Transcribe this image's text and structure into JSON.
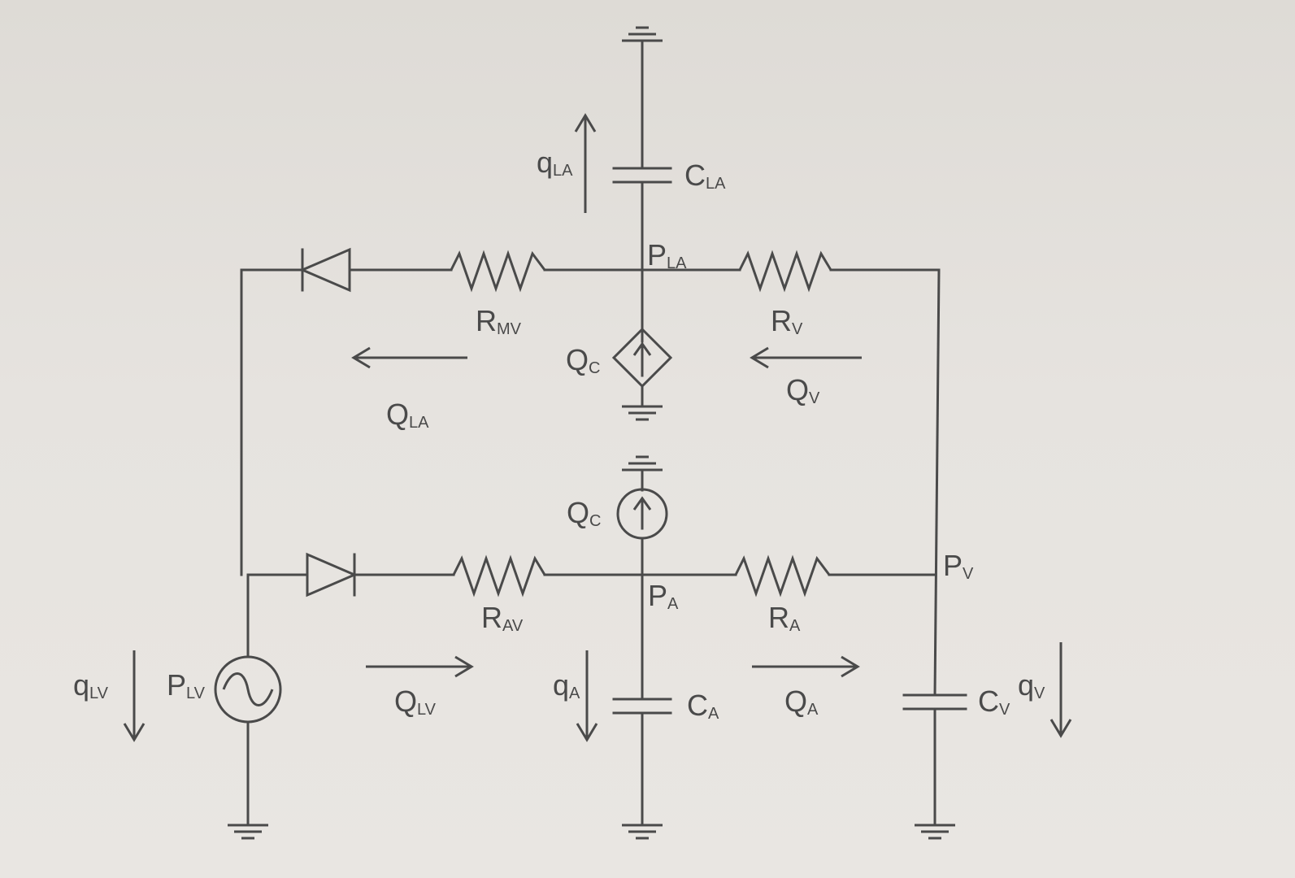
{
  "labels": {
    "q_LA": {
      "main": "q",
      "sub": "LA"
    },
    "C_LA": {
      "main": "C",
      "sub": "LA"
    },
    "P_LA": {
      "main": "P",
      "sub": "LA"
    },
    "R_MV": {
      "main": "R",
      "sub": "MV"
    },
    "R_V": {
      "main": "R",
      "sub": "V"
    },
    "Q_C_top": {
      "main": "Q",
      "sub": "C"
    },
    "Q_LA": {
      "main": "Q",
      "sub": "LA"
    },
    "Q_V": {
      "main": "Q",
      "sub": "V"
    },
    "Q_C_bottom": {
      "main": "Q",
      "sub": "C"
    },
    "P_V": {
      "main": "P",
      "sub": "V"
    },
    "P_A": {
      "main": "P",
      "sub": "A"
    },
    "R_AV": {
      "main": "R",
      "sub": "AV"
    },
    "R_A": {
      "main": "R",
      "sub": "A"
    },
    "q_LV": {
      "main": "q",
      "sub": "LV"
    },
    "P_LV": {
      "main": "P",
      "sub": "LV"
    },
    "Q_LV": {
      "main": "Q",
      "sub": "LV"
    },
    "q_A": {
      "main": "q",
      "sub": "A"
    },
    "C_A": {
      "main": "C",
      "sub": "A"
    },
    "Q_A": {
      "main": "Q",
      "sub": "A"
    },
    "C_V": {
      "main": "C",
      "sub": "V"
    },
    "q_V": {
      "main": "q",
      "sub": "V"
    }
  },
  "colors": {
    "ink": "#4a4a4a",
    "paper": "#e4e1dd"
  }
}
